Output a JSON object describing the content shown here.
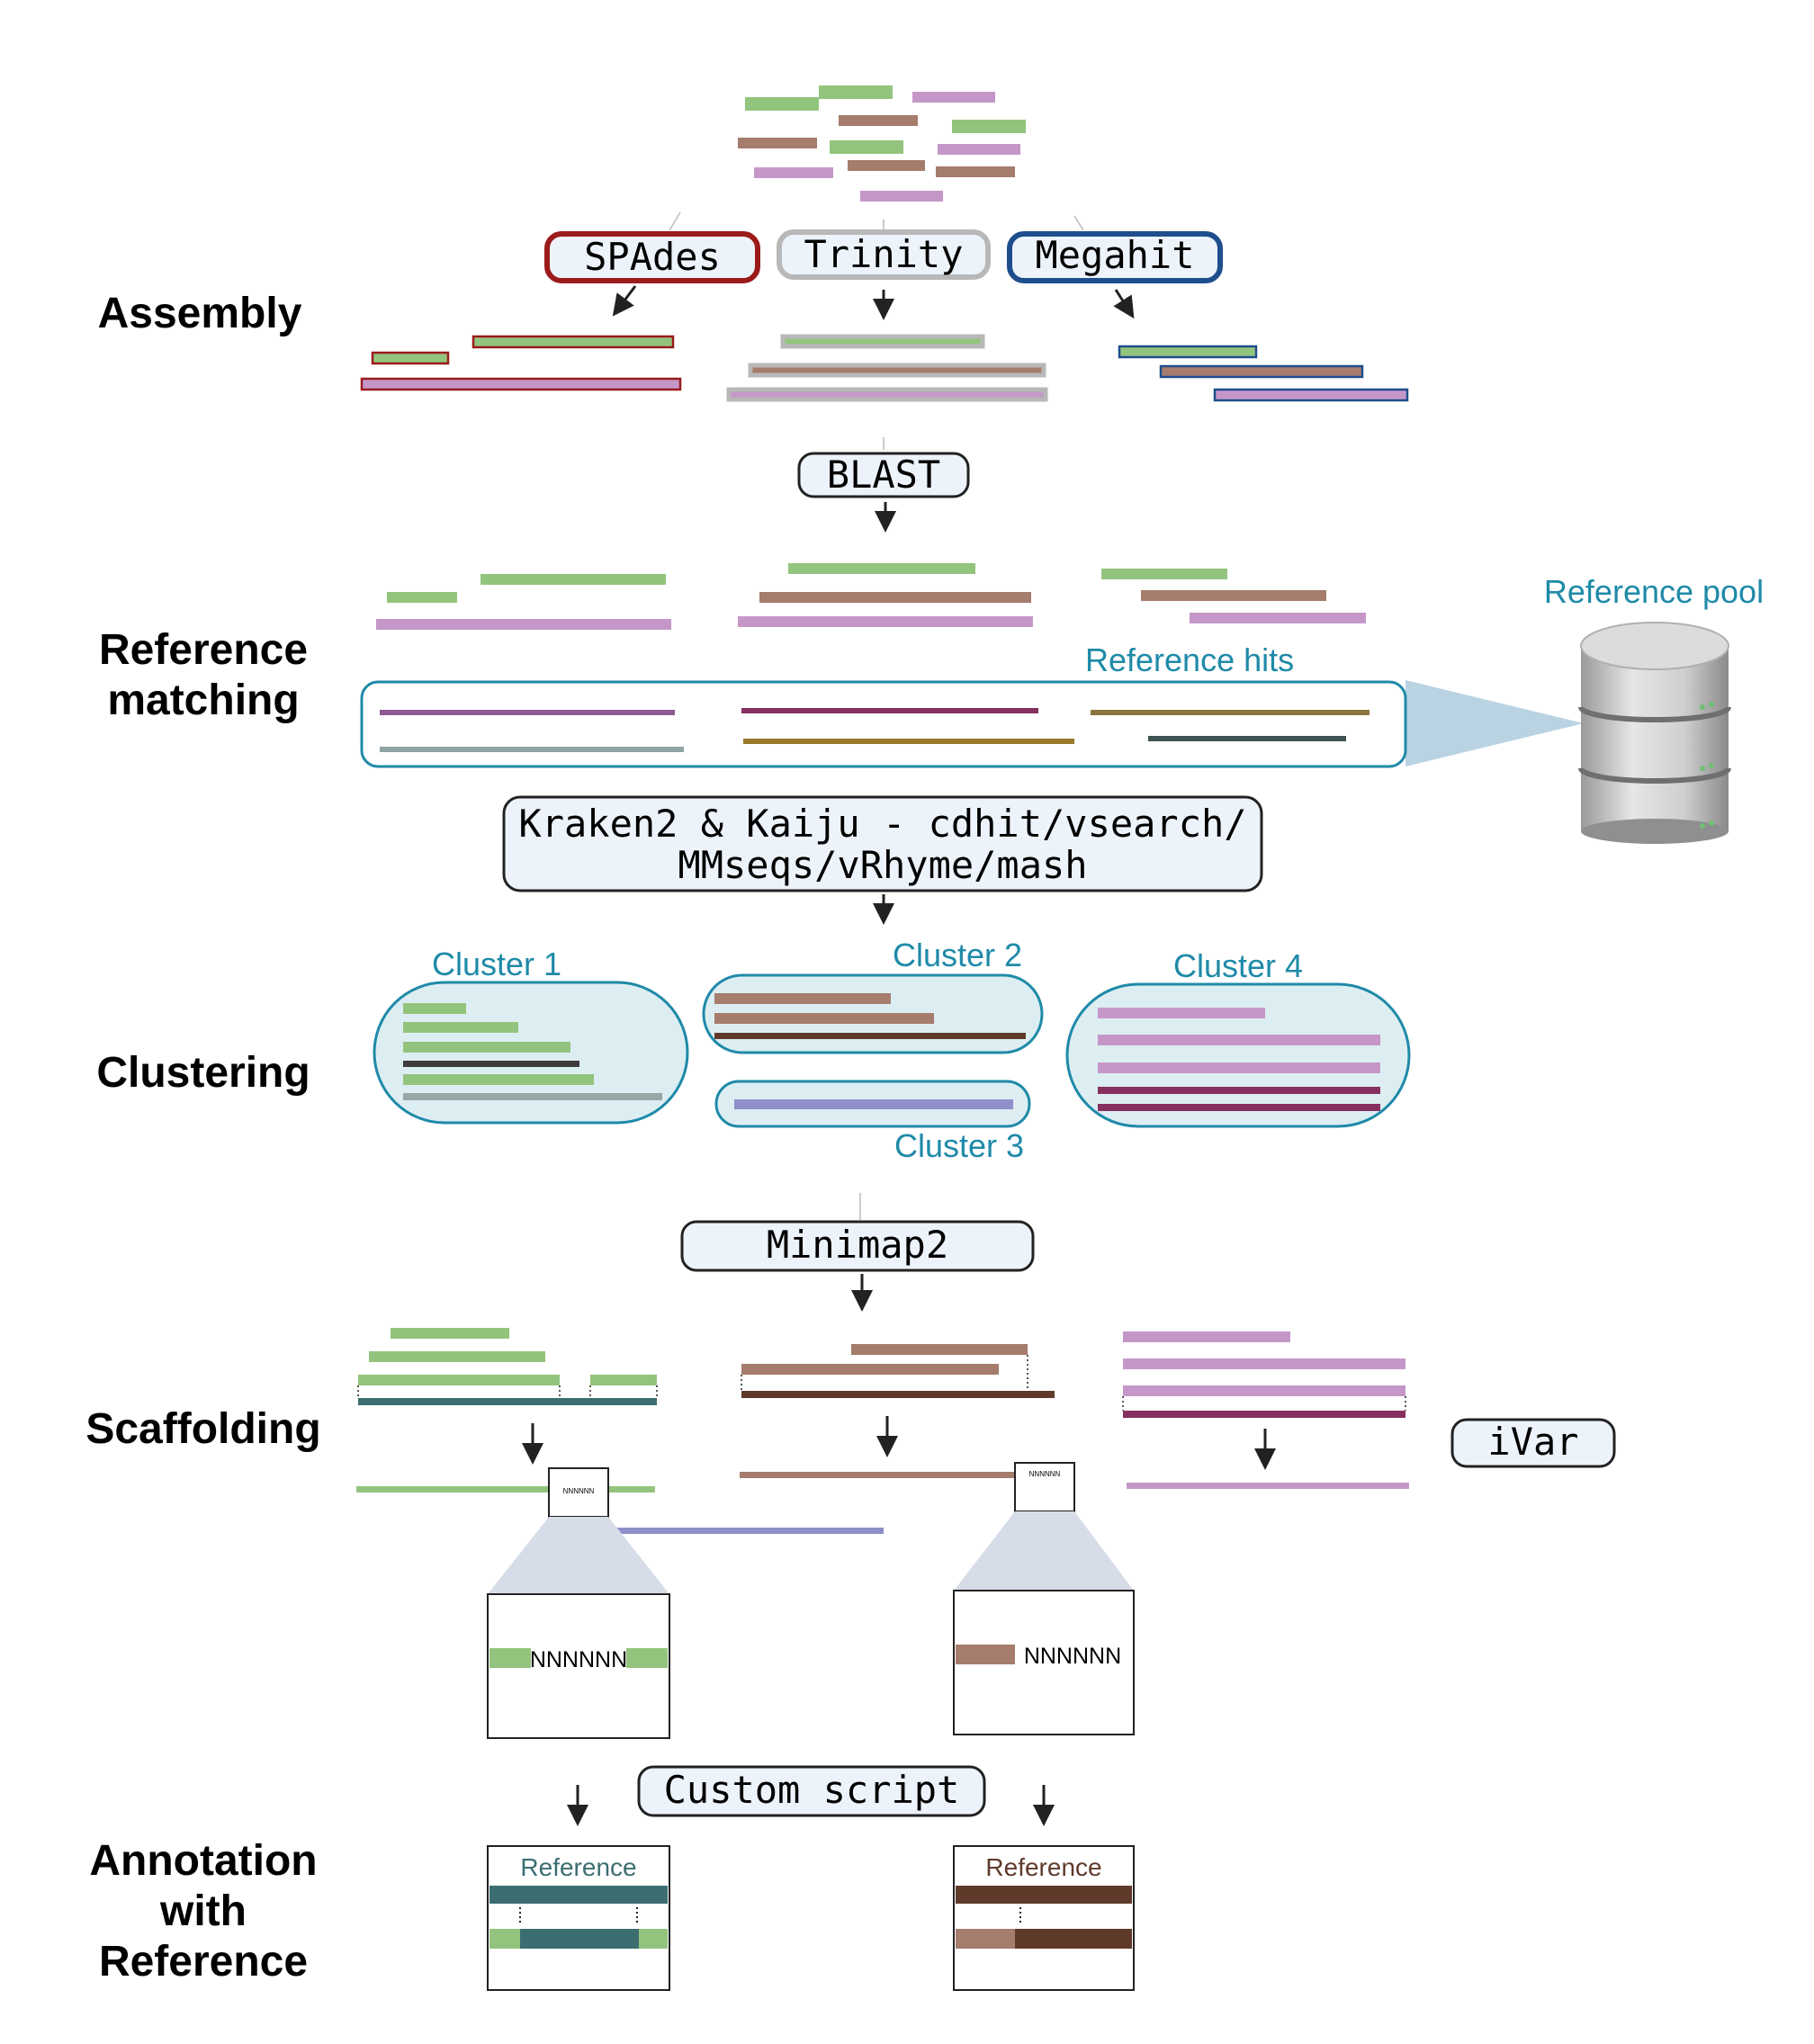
{
  "stages": {
    "assembly": "Assembly",
    "reference_matching_1": "Reference",
    "reference_matching_2": "matching",
    "clustering": "Clustering",
    "scaffolding": "Scaffolding",
    "annotation_1": "Annotation",
    "annotation_2": "with",
    "annotation_3": "Reference"
  },
  "tools": {
    "spades": "SPAdes",
    "trinity": "Trinity",
    "megahit": "Megahit",
    "blast": "BLAST",
    "clustering_line1": "Kraken2 & Kaiju - cdhit/vsearch/",
    "clustering_line2": "MMseqs/vRhyme/mash",
    "minimap2": "Minimap2",
    "ivar": "iVar",
    "custom_script": "Custom script"
  },
  "labels": {
    "reference_pool": "Reference pool",
    "reference_hits": "Reference hits",
    "cluster1": "Cluster 1",
    "cluster2": "Cluster 2",
    "cluster3": "Cluster 3",
    "cluster4": "Cluster 4",
    "gap_small_left": "NNNNNN",
    "gap_small_right": "NNNNNN",
    "gap_zoom_left": "NNNNNN",
    "gap_zoom_right": "NNNNNN",
    "annotation_ref_left": "Reference",
    "annotation_ref_right": "Reference"
  },
  "colors": {
    "green": "#93c47d",
    "brown": "#a67c6d",
    "pink": "#c597c9",
    "spades_red": "#9b1b1b",
    "trinity_gray": "#b8b8b8",
    "megahit_blue": "#1f4e8c",
    "teal": "#1f8aa8",
    "tool_box_fill": "#edf3fb",
    "cluster_fill": "#ddeef3",
    "dark_teal": "#3c6e71",
    "dark_brown": "#5f3a2b",
    "purple_bar": "#8f8fc9",
    "maroon": "#86305f"
  },
  "icons": [
    "database-icon",
    "arrow-down-icon"
  ]
}
